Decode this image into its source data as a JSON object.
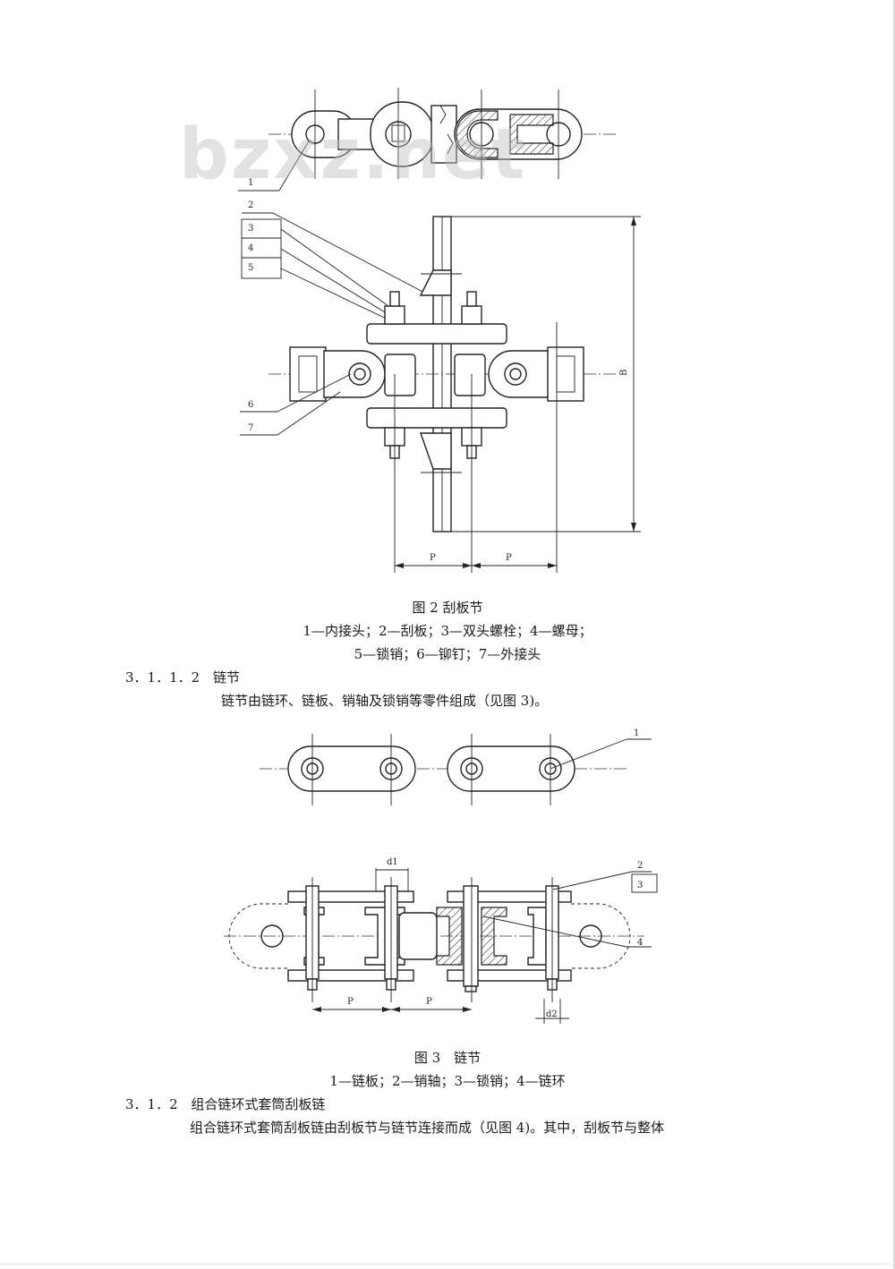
{
  "watermark": {
    "text": "bzxz.net"
  },
  "figure2": {
    "caption": "图 2  刮板节",
    "legend_line1": "1—内接头；2—刮板；3—双头螺栓；4—螺母；",
    "legend_line2": "5—锁销；6—铆钉；7—外接头",
    "callouts": [
      "1",
      "2",
      "3",
      "4",
      "5",
      "6",
      "7"
    ],
    "dim_p": "P",
    "dim_b": "B"
  },
  "section_3112": {
    "number": "3．1．1．2",
    "title": "链节",
    "body": "链节由链环、链板、销轴及锁销等零件组成（见图 3)。"
  },
  "figure3": {
    "caption": "图 3　链节",
    "legend": "1—链板；2—销轴；3—锁销；4—链环",
    "callouts": [
      "1",
      "2",
      "3",
      "4"
    ],
    "dim_d1": "d1",
    "dim_d2": "d2",
    "dim_p": "P"
  },
  "section_312": {
    "number": "3．1．2",
    "title": "组合链环式套筒刮板链",
    "body": "组合链环式套筒刮板链由刮板节与链节连接而成（见图 4)。其中，刮板节与整体"
  }
}
